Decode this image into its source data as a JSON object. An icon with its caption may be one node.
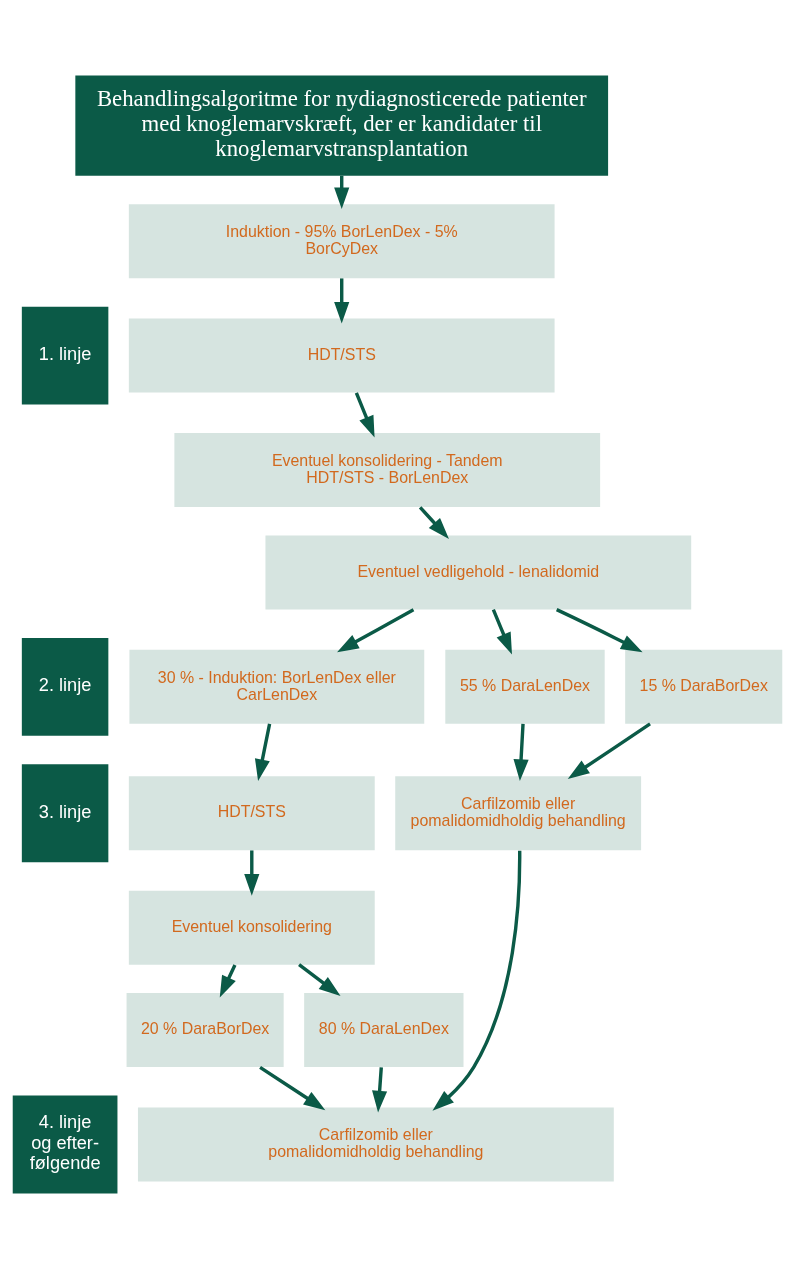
{
  "diagram": {
    "nodes": [
      {
        "text": [
          "Behandlingsalgoritme for nydiagnosticerede patienter med knoglemarvskræft, der er kandidater til knoglemarvstransplantation"
        ]
      },
      {
        "text": [
          "1. linje"
        ]
      },
      {
        "text": [
          "Induktion - 95% BorLenDex - 5% BorCyDex"
        ]
      },
      {
        "text": [
          "HDT/STS"
        ]
      },
      {
        "text": [
          "Eventuel konsolidering - Tandem HDT/STS - BorLenDex"
        ]
      },
      {
        "text": [
          "Eventuel vedligehold - lenalidomid"
        ]
      },
      {
        "text": [
          "2. linje"
        ]
      },
      {
        "text": [
          "55 % DaraLenDex"
        ]
      },
      {
        "text": [
          "15 % DaraBorDex"
        ]
      },
      {
        "text": [
          "30 % - Induktion: BorLenDex eller CarLenDex"
        ]
      },
      {
        "text": [
          "HDT/STS"
        ]
      },
      {
        "text": [
          "Eventuel konsolidering"
        ]
      },
      {
        "text": [
          "3. linje"
        ]
      },
      {
        "text": [
          "Carfilzomib eller pomalidomidholdig behandling"
        ]
      },
      {
        "text": [
          "80 % DaraLenDex"
        ]
      },
      {
        "text": [
          "20 % DaraBorDex"
        ]
      },
      {
        "text": [
          "4. linje",
          "og efter- følgende"
        ]
      },
      {
        "text": [
          "Carfilzomib eller pomalidomidholdig behandling"
        ]
      }
    ],
    "edges": [
      {
        "from": 0,
        "to": 2,
        "arrow": "to"
      },
      {
        "from": 2,
        "to": 3,
        "arrow": "to"
      },
      {
        "from": 3,
        "to": 4,
        "arrow": "to"
      },
      {
        "from": 4,
        "to": 5,
        "arrow": "to"
      },
      {
        "from": 5,
        "to": 7,
        "arrow": "to"
      },
      {
        "from": 5,
        "to": 8,
        "arrow": "to"
      },
      {
        "from": 5,
        "to": 9,
        "arrow": "to"
      },
      {
        "from": 9,
        "to": 10,
        "arrow": "to"
      },
      {
        "from": 10,
        "to": 11,
        "arrow": "to"
      },
      {
        "from": 7,
        "to": 13,
        "arrow": "to"
      },
      {
        "from": 8,
        "to": 13,
        "arrow": "to"
      },
      {
        "from": 11,
        "to": 14,
        "arrow": "to"
      },
      {
        "from": 11,
        "to": 15,
        "arrow": "to"
      },
      {
        "from": 13,
        "to": 17,
        "arrow": "to"
      },
      {
        "from": 14,
        "to": 17,
        "arrow": "to"
      },
      {
        "from": 15,
        "to": 17,
        "arrow": "to"
      }
    ]
  }
}
